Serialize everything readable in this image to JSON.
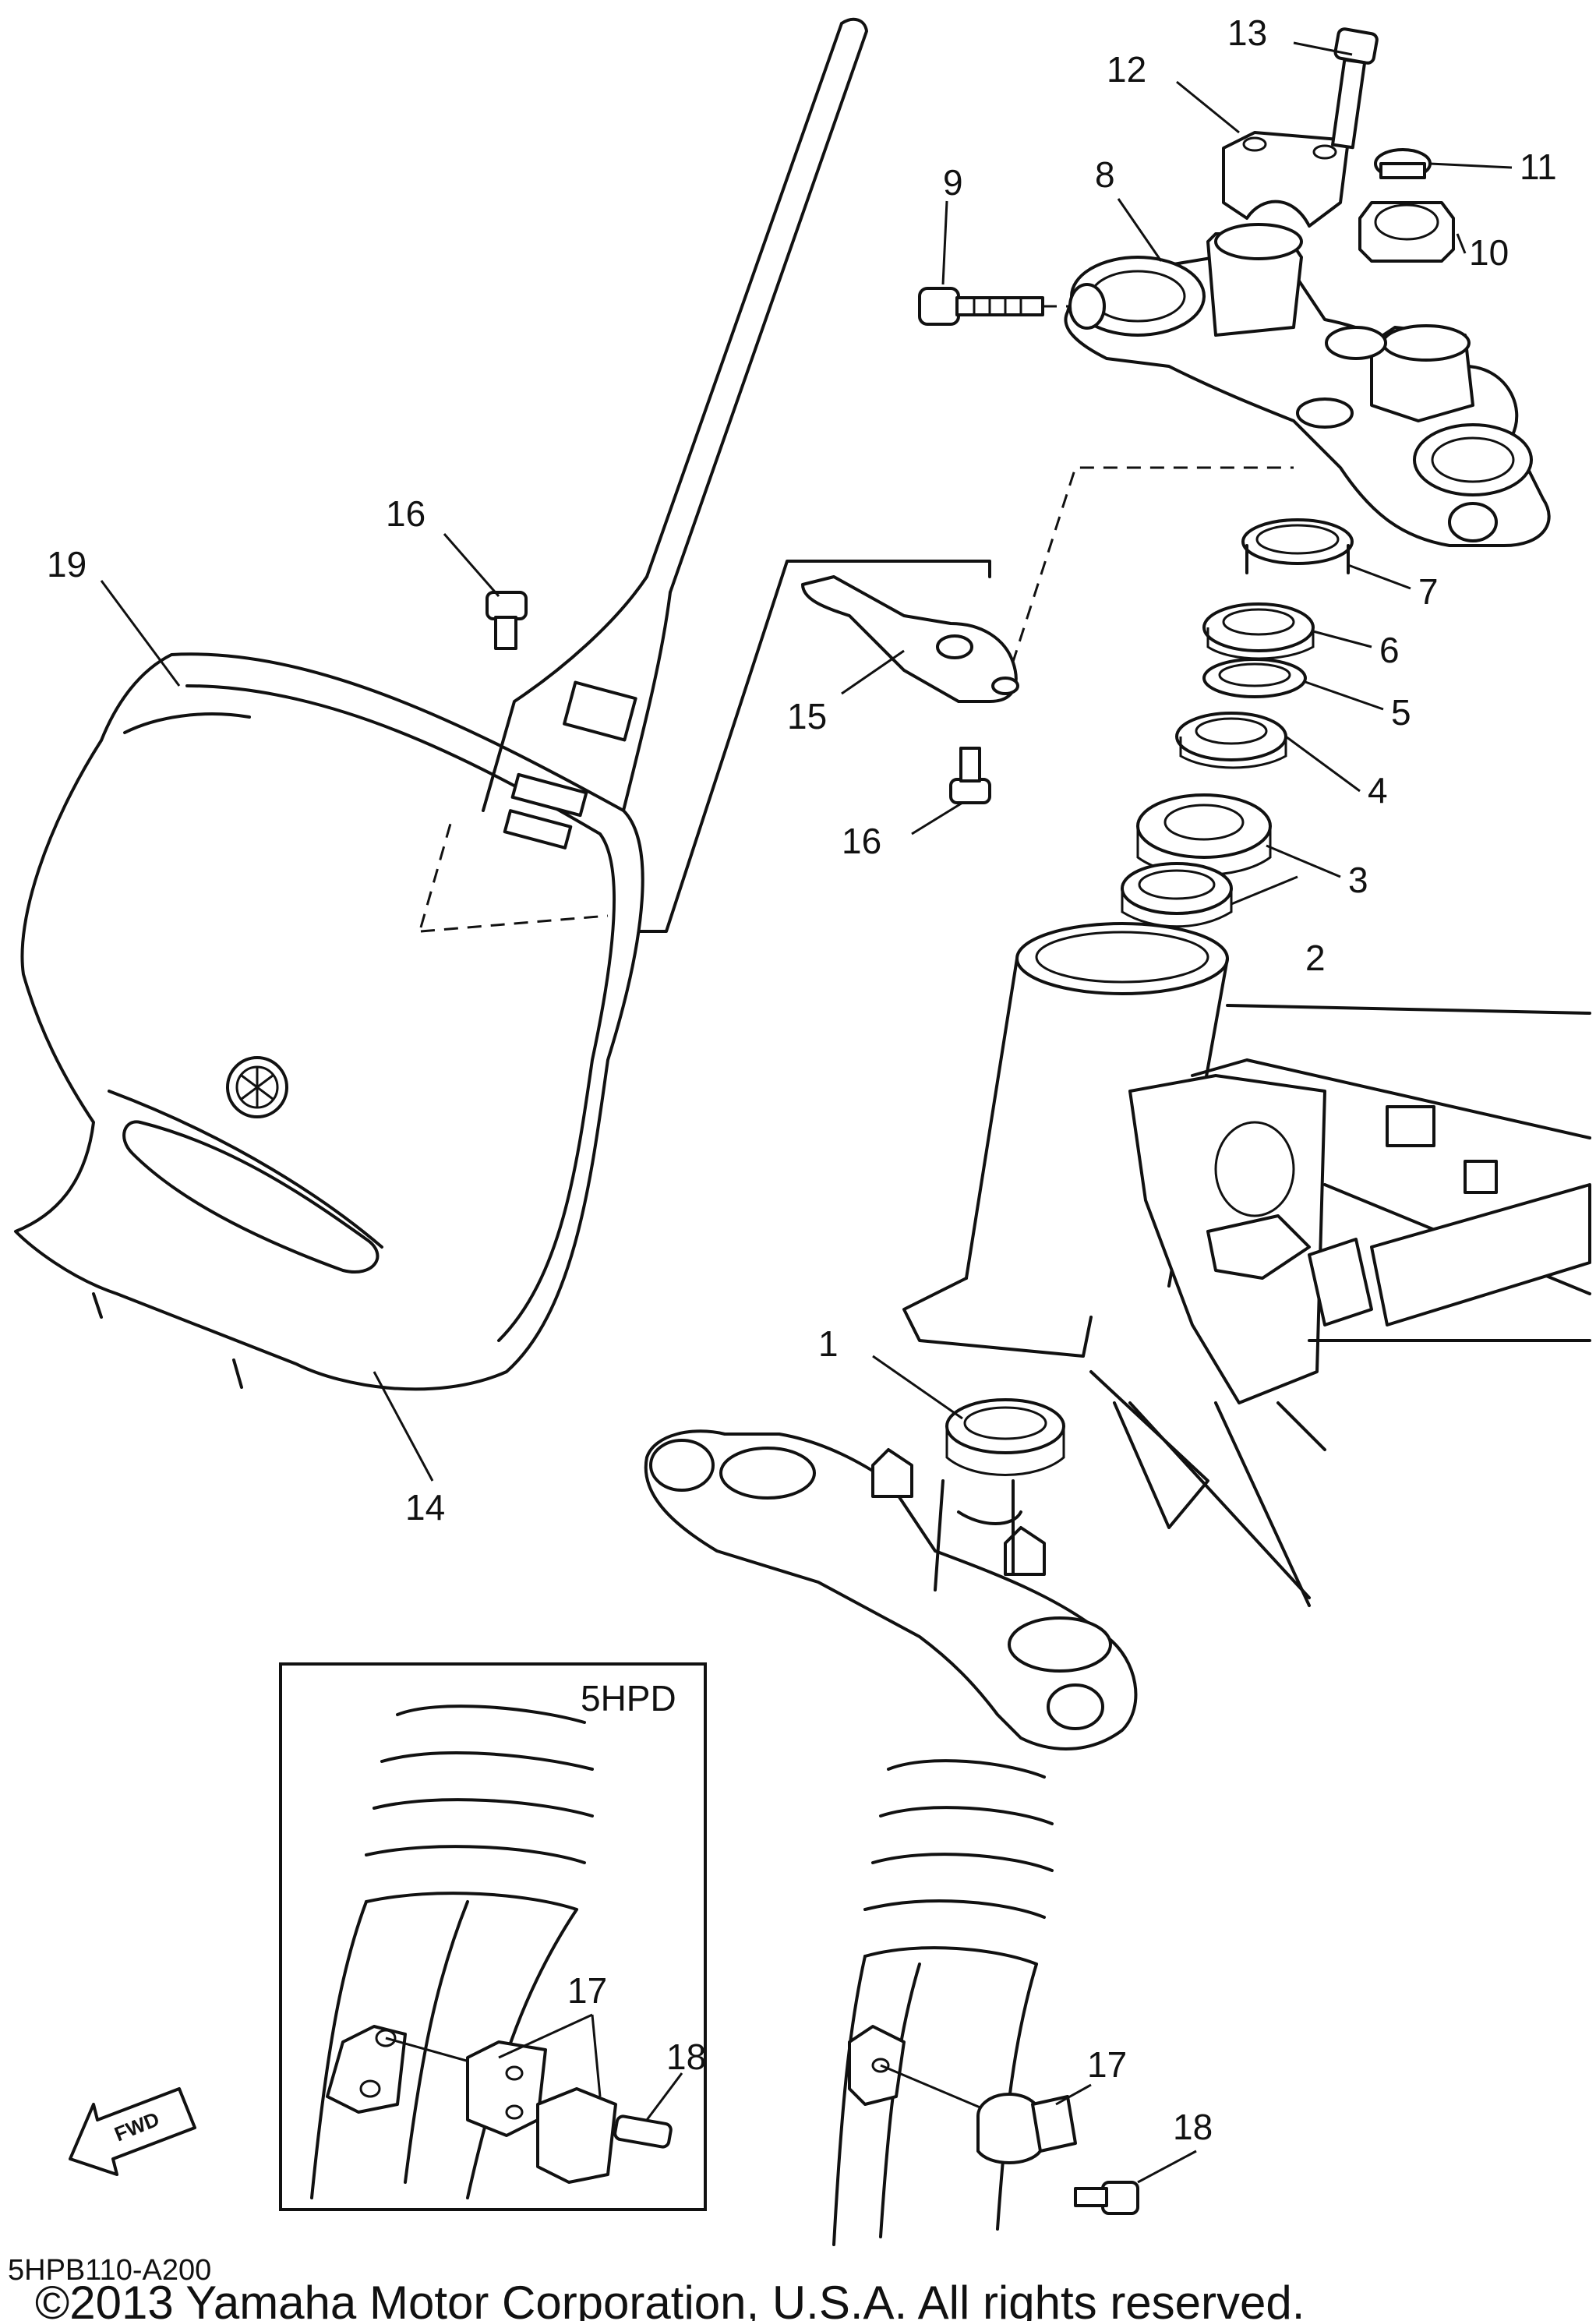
{
  "callouts": [
    "1",
    "2",
    "3",
    "4",
    "5",
    "6",
    "7",
    "8",
    "9",
    "10",
    "11",
    "12",
    "13",
    "14",
    "15",
    "16",
    "16",
    "17",
    "17",
    "18",
    "18",
    "19"
  ],
  "inset_label": "5HPD",
  "fwd_label": "FWD",
  "diagram_code": "5HPB110-A200",
  "copyright": "©2013 Yamaha Motor Corporation, U.S.A. All rights reserved."
}
